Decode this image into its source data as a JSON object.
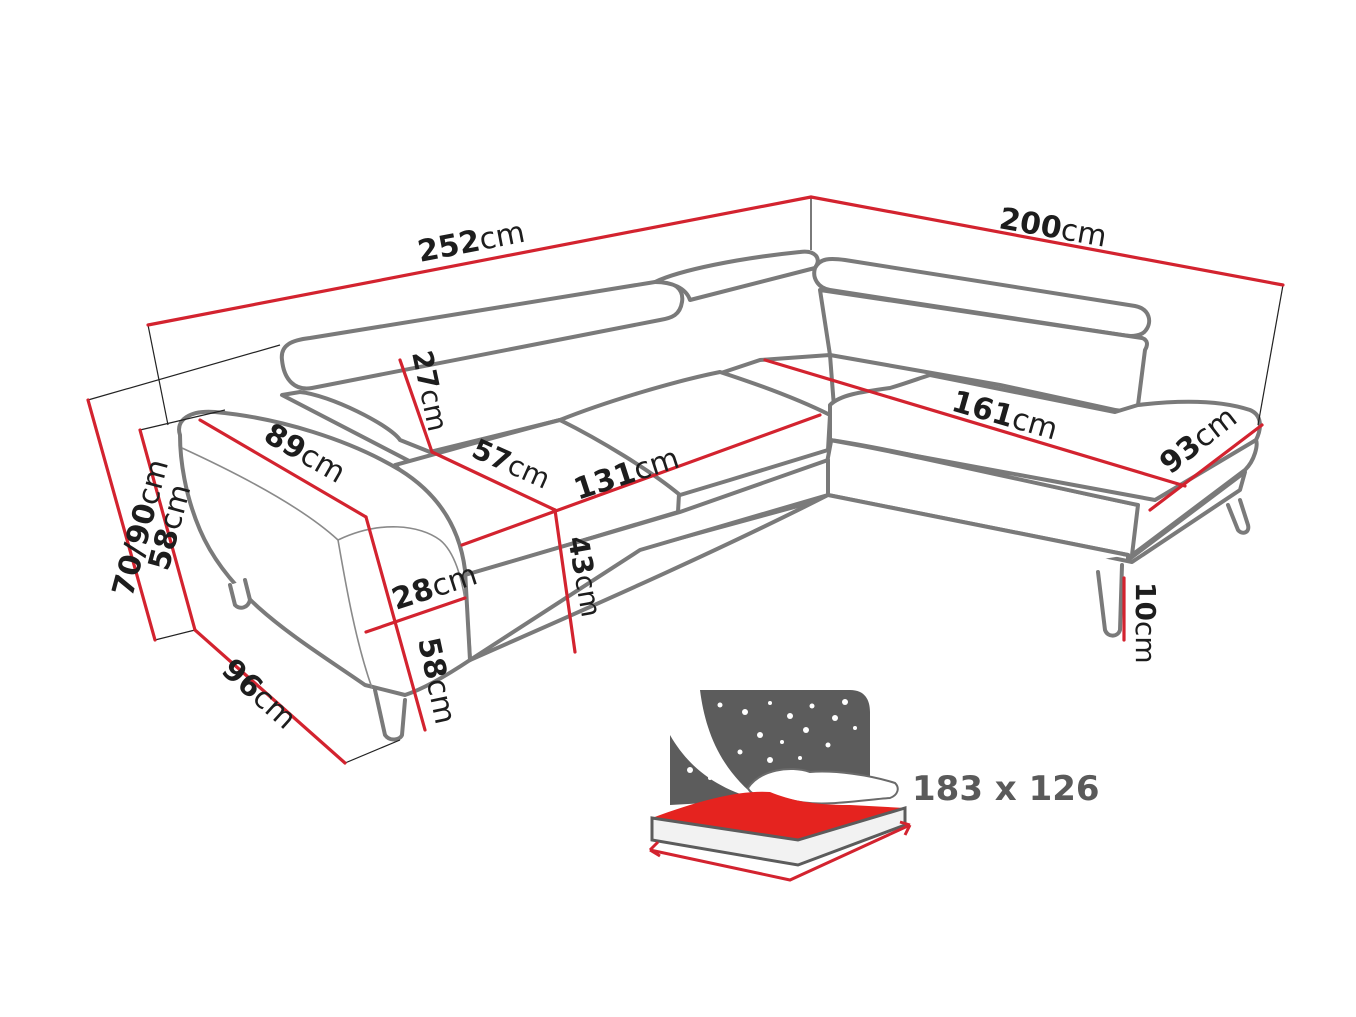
{
  "diagram": {
    "subject": "corner sofa dimensions",
    "colors": {
      "outline": "#7a7a7a",
      "dimension_line": "#d3232f",
      "text": "#1d1d1d",
      "bed_night": "#5c5c5c",
      "bed_sheet": "#e5231f"
    },
    "dimensions": {
      "total_length": {
        "value": "252",
        "unit": "cm"
      },
      "chaise_length": {
        "value": "200",
        "unit": "cm"
      },
      "height": {
        "value": "70/90",
        "unit": "cm"
      },
      "armrest_height": {
        "value": "58",
        "unit": "cm"
      },
      "depth": {
        "value": "96",
        "unit": "cm"
      },
      "armrest_length": {
        "value": "89",
        "unit": "cm"
      },
      "armrest_width": {
        "value": "28",
        "unit": "cm"
      },
      "front_height": {
        "value": "58",
        "unit": "cm"
      },
      "backrest_height": {
        "value": "27",
        "unit": "cm"
      },
      "seat_depth": {
        "value": "57",
        "unit": "cm"
      },
      "seat_width": {
        "value": "131",
        "unit": "cm"
      },
      "seat_height": {
        "value": "43",
        "unit": "cm"
      },
      "chaise_seat_length": {
        "value": "161",
        "unit": "cm"
      },
      "chaise_width": {
        "value": "93",
        "unit": "cm"
      },
      "leg_height": {
        "value": "10",
        "unit": "cm"
      }
    },
    "bed": {
      "icon": "bed-night-icon",
      "size_label": "183 x 126"
    }
  }
}
